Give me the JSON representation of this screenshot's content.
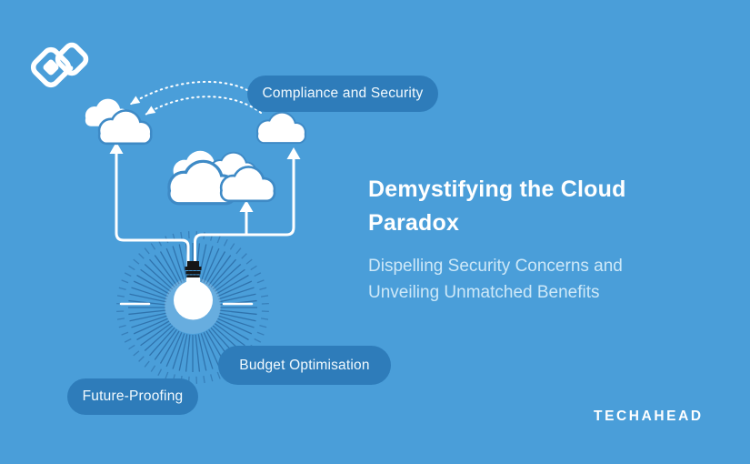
{
  "page": {
    "background_color": "#4A9ED9",
    "description": "Blog hero illustration about cloud benefits"
  },
  "brand": {
    "wordmark": "TECHAHEAD",
    "logo_icon": "interlocked-diamonds"
  },
  "heading": {
    "title_lines": [
      "Demystifying the Cloud",
      "Paradox"
    ],
    "subtitle_lines": [
      "Dispelling Security Concerns and",
      "Unveiling Unmatched Benefits"
    ]
  },
  "benefit_labels": [
    {
      "text": "Compliance and Security"
    },
    {
      "text": "Budget Optimisation"
    },
    {
      "text": "Future-Proofing"
    }
  ],
  "icons": [
    "cloud-icon",
    "lightbulb-icon",
    "up-arrow-icon",
    "dashed-arrow-icon",
    "sunburst-rays-icon",
    "interlocked-diamonds-icon"
  ],
  "colors": {
    "background": "#4A9ED9",
    "pill": "#2E7CBA",
    "rays": "#2B6CA6",
    "cloud_outline": "#3E8AC6",
    "lines": "#FFFFFF",
    "title": "#FFFFFF",
    "subtitle": "#CDE8F8",
    "socket": "#161616"
  }
}
